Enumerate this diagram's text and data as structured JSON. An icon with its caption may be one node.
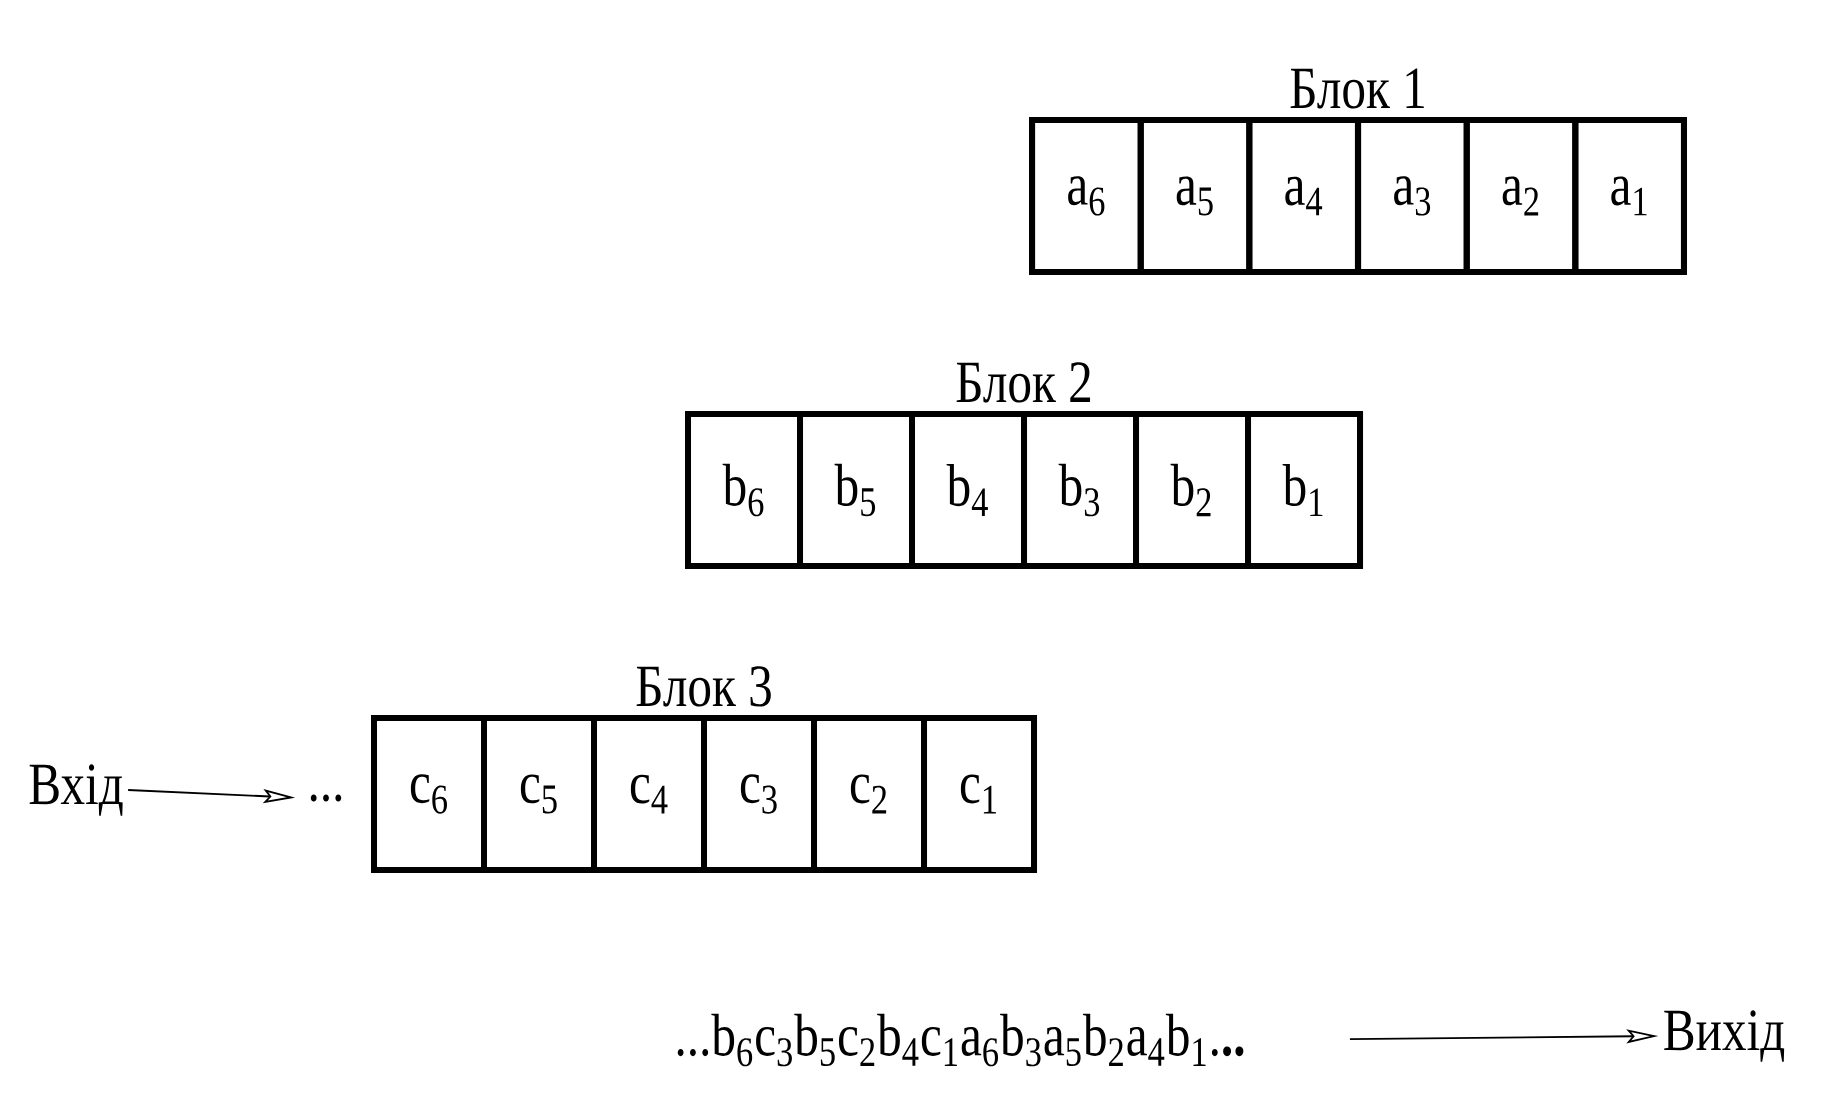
{
  "diagram": {
    "nodes": [
      {
        "text": [
          "Блок 1"
        ]
      },
      {
        "text": [
          "a$_{6}$"
        ],
        "in": 0
      },
      {
        "text": [
          "a$_{5}$"
        ],
        "in": 0
      },
      {
        "text": [
          "a$_{4}$"
        ],
        "in": 0
      },
      {
        "text": [
          "a$_{3}$"
        ],
        "in": 0
      },
      {
        "text": [
          "a$_{2}$"
        ],
        "in": 0
      },
      {
        "text": [
          "a$_{1}$"
        ],
        "in": 0
      },
      {
        "text": [
          "Блок 2"
        ]
      },
      {
        "text": [
          "b$_{6}$"
        ],
        "in": 7
      },
      {
        "text": [
          "b$_{5}$"
        ],
        "in": 7
      },
      {
        "text": [
          "b$_{4}$"
        ],
        "in": 7
      },
      {
        "text": [
          "b$_{3}$"
        ],
        "in": 7
      },
      {
        "text": [
          "b$_{2}$"
        ],
        "in": 7
      },
      {
        "text": [
          "b$_{1}$"
        ],
        "in": 7
      },
      {
        "text": [
          "Вхід"
        ]
      },
      {
        "text": [
          "..."
        ]
      },
      {
        "text": [
          "Блок 3"
        ]
      },
      {
        "text": [
          "c$_{6}$"
        ],
        "in": 16
      },
      {
        "text": [
          "c$_{5}$"
        ],
        "in": 16
      },
      {
        "text": [
          "c$_{4}$"
        ],
        "in": 16
      },
      {
        "text": [
          "c$_{3}$"
        ],
        "in": 16
      },
      {
        "text": [
          "c$_{2}$"
        ],
        "in": 16
      },
      {
        "text": [
          "c$_{1}$"
        ],
        "in": 16
      },
      {
        "text": [
          "...b$_{6}$c$_{3}$b$_{5}$c$_{2}$b$_{4}$c$_{1}$a$_{6}$b$_{3}$a$_{5}$b$_{2}$a$_{4}$b$_{1}$.**..**"
        ]
      },
      {
        "text": [
          "Вихід"
        ]
      }
    ],
    "edges": [
      {
        "from": 14,
        "to": 15,
        "arrow": "to"
      },
      {
        "from": 23,
        "to": 24,
        "arrow": "to"
      }
    ]
  }
}
